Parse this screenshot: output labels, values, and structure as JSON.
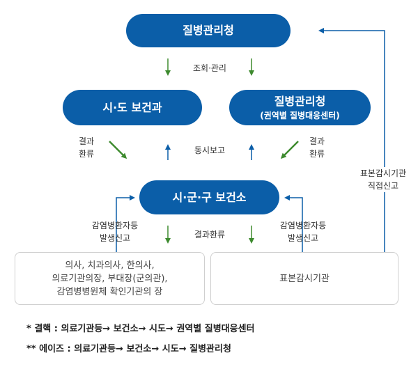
{
  "nodes": {
    "kdca_top": "질병관리청",
    "city_province": "시·도 보건과",
    "kdca_regional": "질병관리청",
    "kdca_regional_sub": "(권역별 질병대응센터)",
    "health_center": "시·군·구 보건소",
    "reporters_left": "의사, 치과의사, 한의사,\n의료기관의장, 부대장(군의관),\n감염병병원체 확인기관의 장",
    "reporters_right": "표본감시기관"
  },
  "labels": {
    "inquiry_management": "조회·관리",
    "result_feedback_left": "결과\n환류",
    "result_feedback_right": "결과\n환류",
    "simultaneous_report": "동시보고",
    "patient_report_left": "감염병환자등\n발생신고",
    "patient_report_right": "감염병환자등\n발생신고",
    "result_feedback_center": "결과환류",
    "sentinel_direct_report": "표본감시기관\n직접신고"
  },
  "notes": [
    "* 결핵 : 의료기관등→ 보건소→ 시도→ 권역별 질병대응센터",
    "** 에이즈 : 의료기관등→ 보건소→ 시도→ 질병관리청"
  ],
  "colors": {
    "pill": "#0b5ea8",
    "arrow_green": "#3d8a2e",
    "arrow_blue": "#0b5ea8",
    "box_border": "#cfcfcf"
  }
}
